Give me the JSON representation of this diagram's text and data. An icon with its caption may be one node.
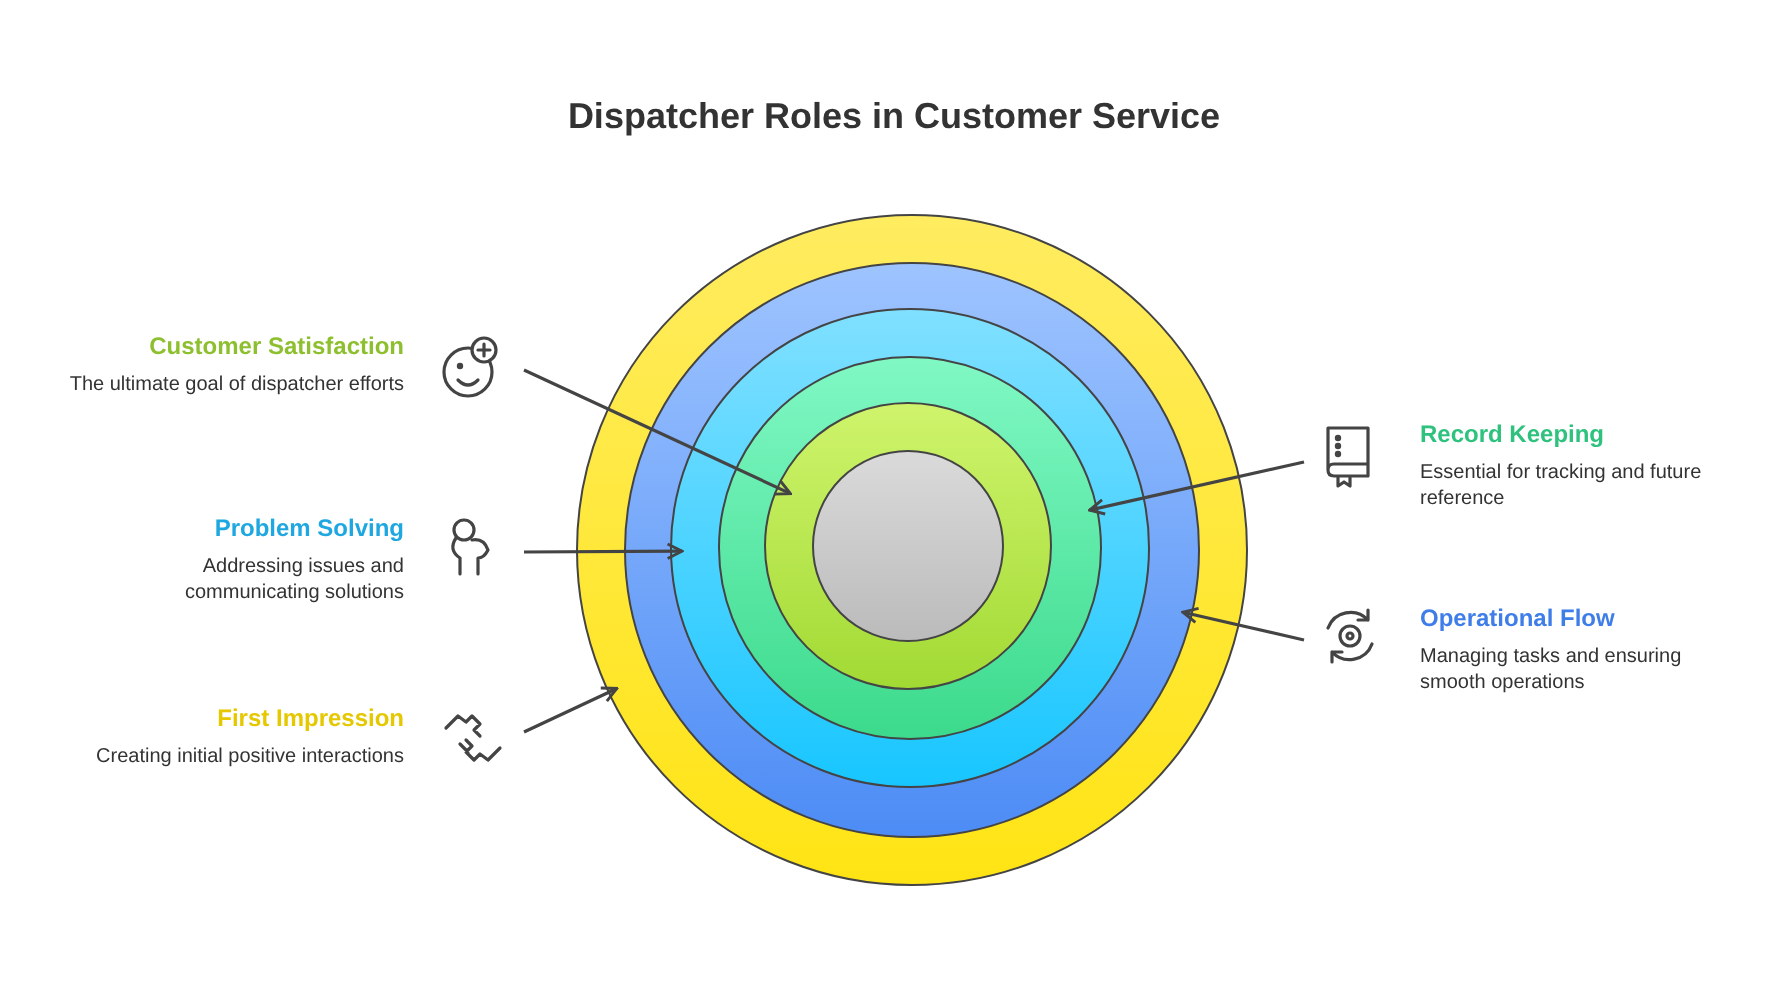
{
  "diagram": {
    "title": "Dispatcher Roles in Customer Service",
    "nodes": [
      {
        "text": [
          "Customer Satisfaction",
          "The ultimate goal of dispatcher efforts"
        ]
      },
      {
        "text": [
          "Record Keeping",
          "Essential for tracking and future reference"
        ]
      },
      {
        "text": [
          "Problem Solving",
          "Addressing issues and communicating solutions"
        ]
      },
      {
        "text": [
          "Operational Flow",
          "Managing tasks and ensuring smooth operations"
        ]
      },
      {
        "text": [
          "First Impression",
          "Creating initial positive interactions"
        ]
      },
      {
        "text": [],
        "shape": "circle"
      },
      {
        "text": [],
        "shape": "circle",
        "in": 5
      },
      {
        "text": [],
        "shape": "circle",
        "in": 6
      },
      {
        "text": [],
        "shape": "circle",
        "in": 7
      },
      {
        "text": [],
        "shape": "circle",
        "in": 8
      },
      {
        "text": [],
        "shape": "circle",
        "in": 9
      }
    ],
    "edges": [
      {
        "from": 0,
        "to": 9,
        "arrow": "to"
      },
      {
        "from": 1,
        "to": 8,
        "arrow": "to"
      },
      {
        "from": 2,
        "to": 7,
        "arrow": "to"
      },
      {
        "from": 3,
        "to": 6,
        "arrow": "to"
      },
      {
        "from": 4,
        "to": 5,
        "arrow": "to"
      }
    ]
  }
}
